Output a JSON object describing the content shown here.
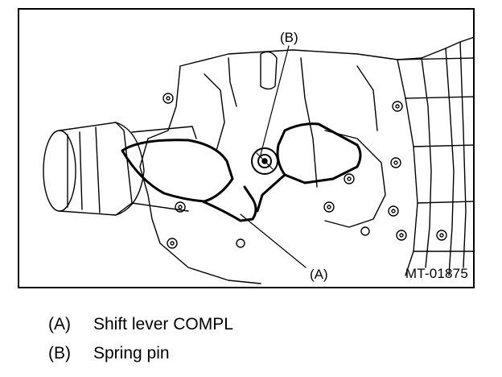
{
  "figure": {
    "code": "MT-01875",
    "callouts": [
      {
        "key": "(A)",
        "target": "shift-lever"
      },
      {
        "key": "(B)",
        "target": "spring-pin"
      }
    ]
  },
  "legend": [
    {
      "key": "(A)",
      "text": "Shift lever COMPL"
    },
    {
      "key": "(B)",
      "text": "Spring pin"
    }
  ]
}
